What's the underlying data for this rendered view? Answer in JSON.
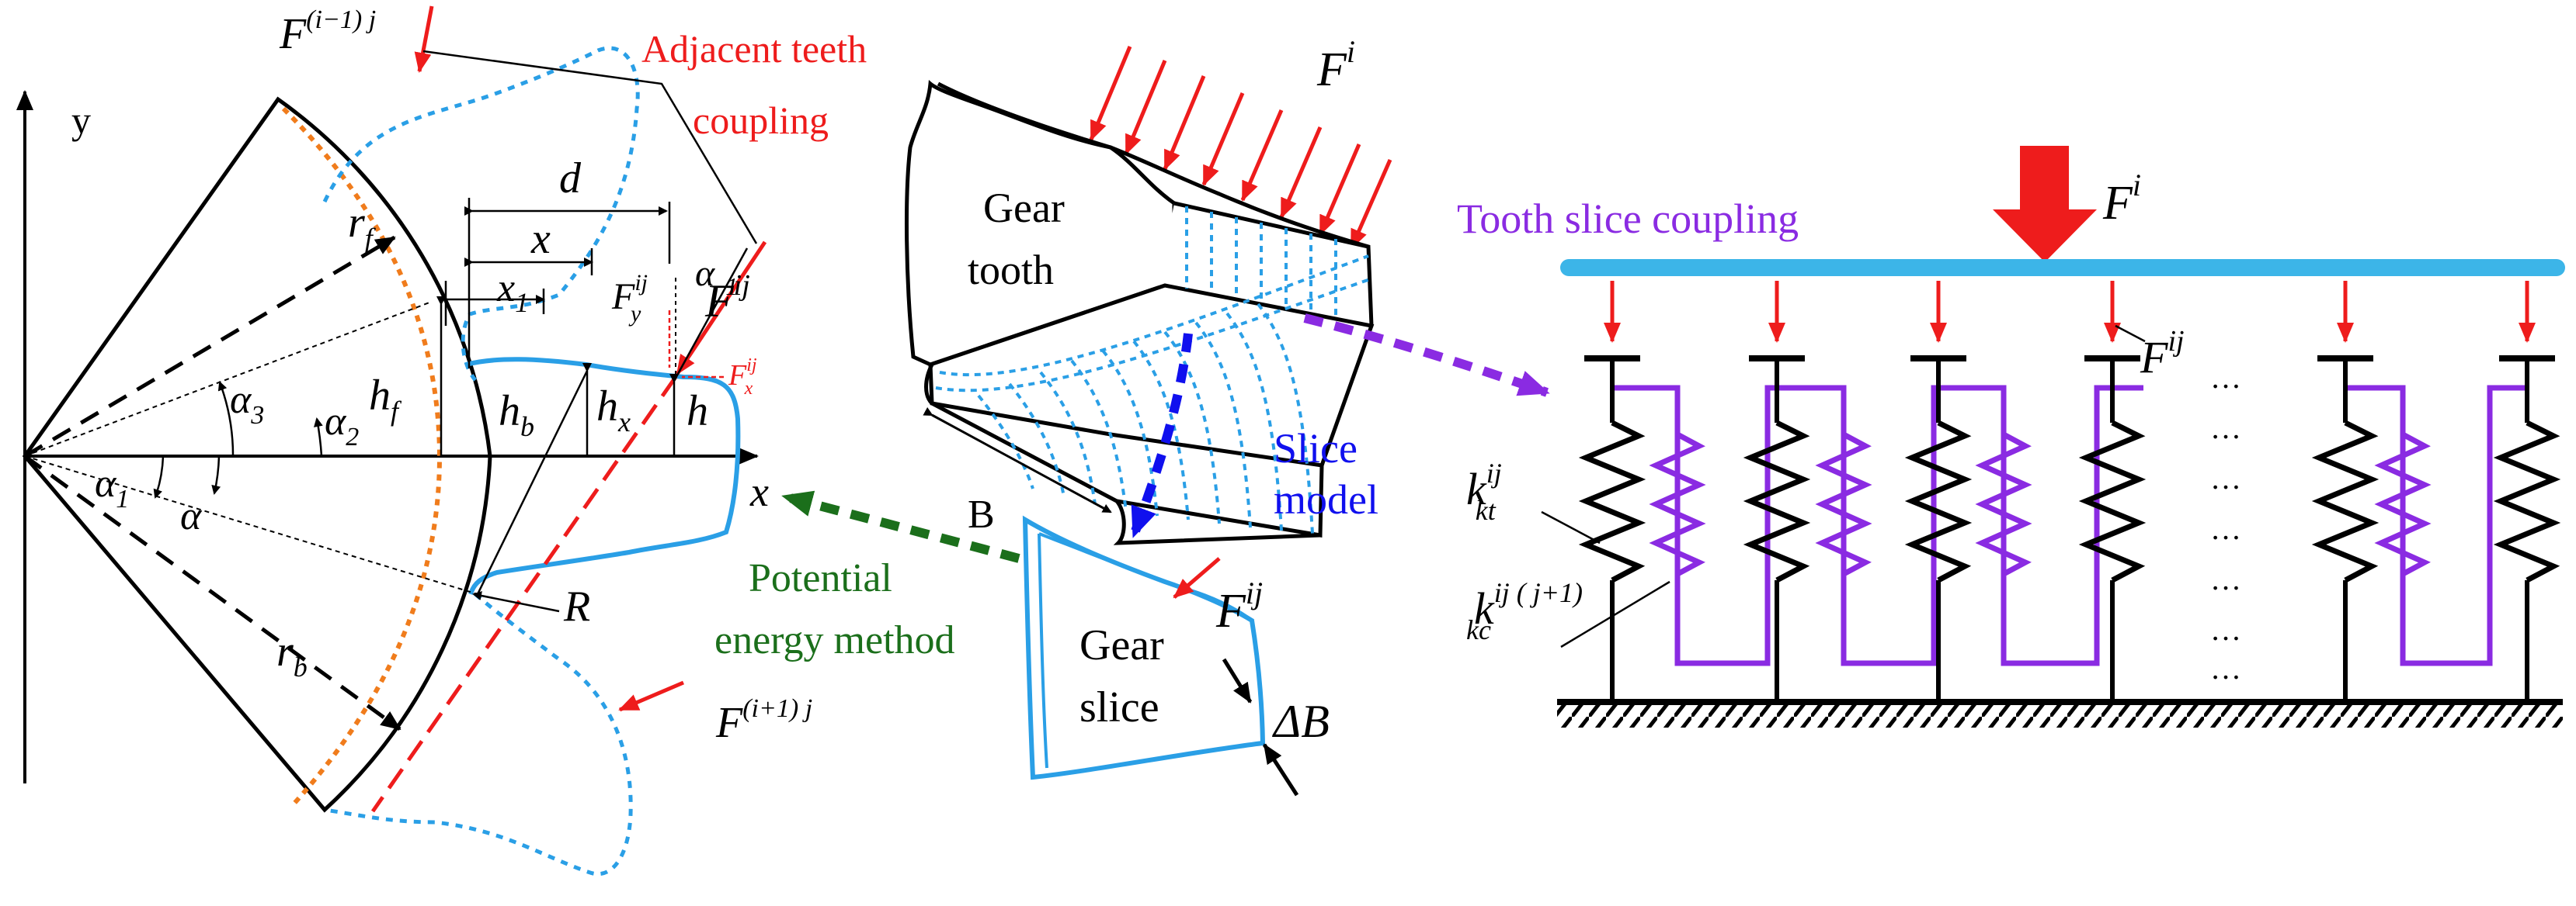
{
  "colors": {
    "black": "#000000",
    "red": "#ee1c1c",
    "blue_dotted": "#2a9fe6",
    "orange_dotted": "#f07c1c",
    "blue_label": "#1010ee",
    "green": "#1b6f1b",
    "purple": "#8a2be2",
    "cyan_bar": "#3cb5e8"
  },
  "left": {
    "y_axis": "y",
    "x_axis": "x",
    "force_prev": {
      "base": "F",
      "sup": "(i−1) j"
    },
    "force_next": {
      "base": "F",
      "sup": "(i+1) j"
    },
    "force_ij": {
      "base": "F",
      "sup": "ij"
    },
    "force_y": {
      "base": "F",
      "sup": "ij",
      "sub": "y"
    },
    "force_x": {
      "base": "F",
      "sup": "ij",
      "sub": "x"
    },
    "adjacent_label": [
      "Adjacent teeth",
      "coupling"
    ],
    "rf": {
      "base": "r",
      "sub": "f"
    },
    "rb": {
      "base": "r",
      "sub": "b"
    },
    "d": "d",
    "x": "x",
    "x1": {
      "base": "x",
      "sub": "1"
    },
    "alpha1_right": {
      "base": "α",
      "sub": "1"
    },
    "hf": {
      "base": "h",
      "sub": "f"
    },
    "hb": {
      "base": "h",
      "sub": "b"
    },
    "hx": {
      "base": "h",
      "sub": "x"
    },
    "h": "h",
    "alpha3": {
      "base": "α",
      "sub": "3"
    },
    "alpha2": {
      "base": "α",
      "sub": "2"
    },
    "alpha1": {
      "base": "α",
      "sub": "1"
    },
    "alpha": "α",
    "R": "R"
  },
  "middle": {
    "force_i": {
      "base": "F",
      "sup": "i"
    },
    "gear_tooth": [
      "Gear",
      "tooth"
    ],
    "B": "B",
    "slice_model": [
      "Slice",
      "model"
    ],
    "force_ij": {
      "base": "F",
      "sup": "ij"
    },
    "potential": [
      "Potential",
      "energy method"
    ],
    "gear_slice": [
      "Gear",
      "slice"
    ],
    "delta_b": "ΔB"
  },
  "right": {
    "title": "Tooth slice coupling",
    "force_i": {
      "base": "F",
      "sup": "i"
    },
    "force_ij": {
      "base": "F",
      "sup": "ij"
    },
    "kkt": {
      "base": "k",
      "sup": "ij",
      "sub": "kt"
    },
    "kkc": {
      "base": "k",
      "sup": "ij ( j+1)",
      "sub": "kc"
    },
    "ellipsis": "…",
    "vdots": "⋮"
  }
}
